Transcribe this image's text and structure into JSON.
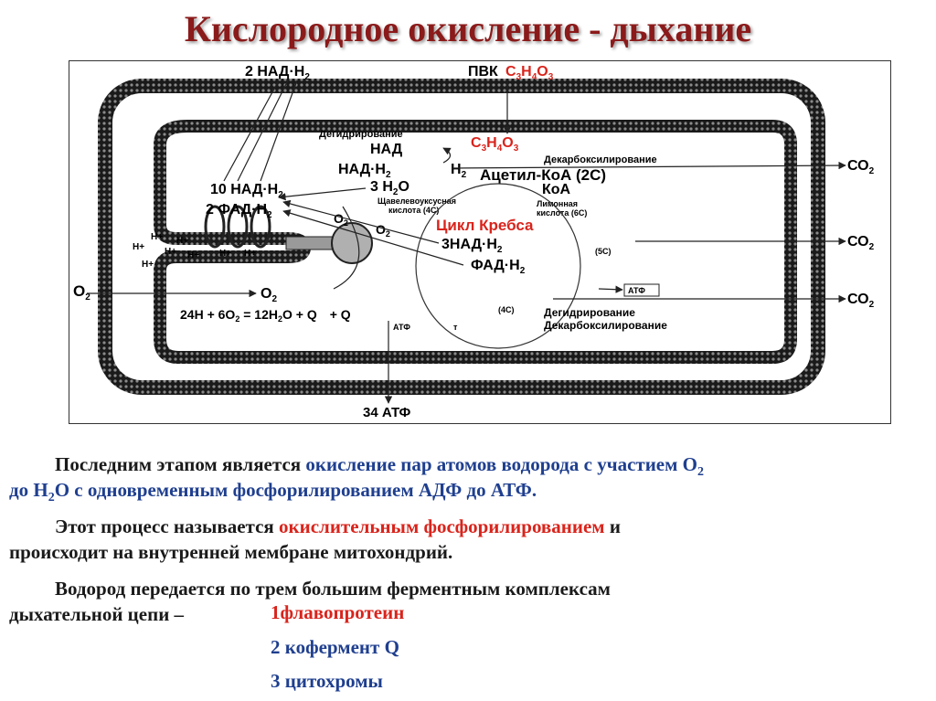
{
  "title": "Кислородное окисление - дыхание",
  "diagram": {
    "nad_top": "2 НАД·Н",
    "nad_top_sub": "2",
    "pvk": "ПВК",
    "pvk_formula": "C",
    "pvk_f1": "3",
    "pvk_f2": "H",
    "pvk_f3": "4",
    "pvk_f4": "O",
    "pvk_f5": "3",
    "dehydro": "Дегидрирование",
    "nad": "НАД",
    "nadh": "НАД·Н",
    "h2": "Н",
    "water": "3 Н",
    "water_o": "О",
    "decarbox": "Декарбоксилирование",
    "acetyl": "Ацетил-КоА (2С)",
    "koa": "КоА",
    "shchav": "Щавелевоуксусная",
    "shchav2": "кислота (4С)",
    "limon": "Лимонная",
    "limon2": "кислота (6С)",
    "krebs": "Цикл Кребса",
    "nad10": "10 НАД·Н",
    "fad2": "2 ФАД·Н",
    "o2_a": "О",
    "o2_b": "О",
    "nad3": "3НАД·Н",
    "fad1": "ФАД·Н",
    "c5": "(5С)",
    "c4": "(4С)",
    "atf_box": "АТФ",
    "dehydro2": "Дегидрирование",
    "decarbox2": "Декарбоксилирование",
    "o2_left": "О",
    "o2_mid": "О",
    "equation": "24H + 6O",
    "equation2": "= 12H",
    "equation3": "O + Q",
    "equation4": "+ Q",
    "atf_sub": "АТФ",
    "t_sub": "т",
    "co2": "СО",
    "atf34": "34 АТФ",
    "hplus": "H+",
    "colors": {
      "red": "#d9241c",
      "membrane": "#2a2a2a"
    }
  },
  "text": {
    "p1_a": "Последним этапом является ",
    "p1_b": "окисление пар атомов водорода с участием О",
    "p1_b_sub": "2",
    "p2_a": "до Н",
    "p2_a_sub": "2",
    "p2_b": "О с одновременным фосфорилированием АДФ до АТФ.",
    "p3_a": "Этот процесс называется ",
    "p3_b": "окислительным фосфорилированием",
    "p3_c": " и",
    "p4": "происходит на внутренней мембране митохондрий.",
    "p5": "Водород передается по трем большим ферментным комплексам",
    "p6": "дыхательной цепи –",
    "list1": "1флавопротеин",
    "list2": "2 кофермент Q",
    "list3": "3 цитохромы"
  }
}
